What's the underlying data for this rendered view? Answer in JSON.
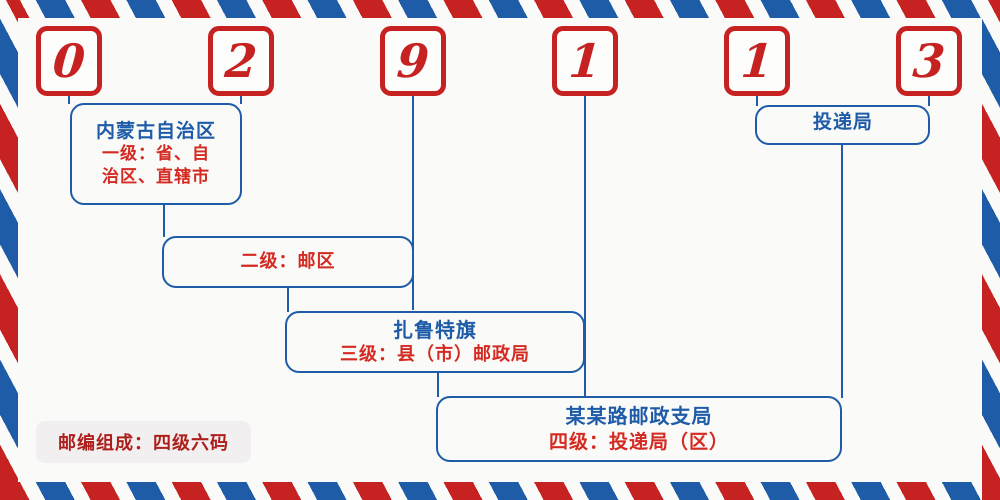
{
  "envelope": {
    "background": "#fafaf8",
    "stripe_red": "#c62222",
    "stripe_blue": "#1f5ca8",
    "text_red": "#d42a22",
    "text_blue": "#1f5ca8"
  },
  "postal_code": {
    "value": "029113",
    "digits": [
      {
        "index": 0,
        "char": "0"
      },
      {
        "index": 1,
        "char": "2"
      },
      {
        "index": 2,
        "char": "9"
      },
      {
        "index": 3,
        "char": "1"
      },
      {
        "index": 4,
        "char": "1"
      },
      {
        "index": 5,
        "char": "3"
      }
    ]
  },
  "levels": [
    {
      "id": "level-1",
      "name": "内蒙古自治区",
      "level": "一级：省、自\n治区、直辖市",
      "level_line1": "一级：省、自",
      "level_line2": "治区、直辖市",
      "covers_digits": "1"
    },
    {
      "id": "level-2",
      "name": "",
      "level": "二级：邮区",
      "covers_digits": "1-2"
    },
    {
      "id": "level-3",
      "name": "扎鲁特旗",
      "level": "三级：县（市）邮政局",
      "covers_digits": "1-3"
    },
    {
      "id": "level-4",
      "name": "某某路邮政支局",
      "level": "四级：投递局（区）",
      "covers_digits": "1-6"
    }
  ],
  "delivery_office": {
    "label": "投递局",
    "covers_digits": "5-6"
  },
  "footer": {
    "note": "邮编组成：四级六码"
  }
}
